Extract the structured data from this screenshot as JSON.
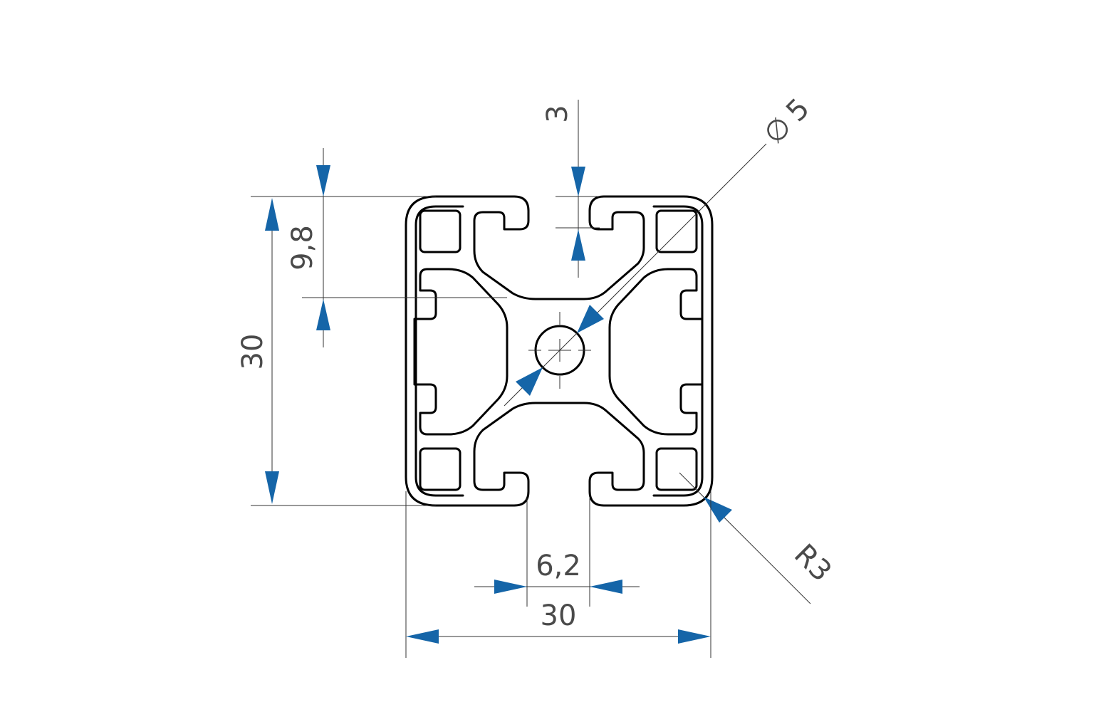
{
  "dimensions": {
    "height": "30",
    "width": "30",
    "slot_opening": "6,2",
    "slot_depth": "9,8",
    "wall_thickness": "3",
    "bore_diameter": "5",
    "corner_radius": "R3"
  },
  "symbols": {
    "diameter": "∅"
  },
  "colors": {
    "arrow": "#1565a8",
    "outline": "#000000",
    "dimension_line": "#333333",
    "text": "#4a4a4a"
  }
}
